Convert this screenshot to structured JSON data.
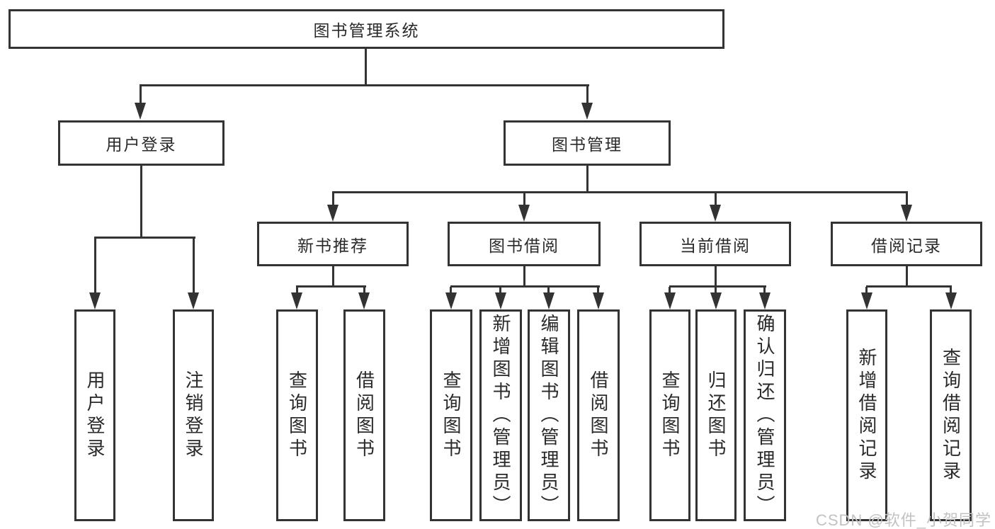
{
  "diagram": {
    "root": {
      "label": "图书管理系统"
    },
    "branches": [
      {
        "label": "用户登录",
        "children": [
          "用户登录",
          "注销登录"
        ]
      },
      {
        "label": "图书管理",
        "children": [
          {
            "label": "新书推荐",
            "children": [
              "查询图书",
              "借阅图书"
            ]
          },
          {
            "label": "图书借阅",
            "children": [
              "查询图书",
              "新增图书（管理员）",
              "编辑图书（管理员）",
              "借阅图书"
            ]
          },
          {
            "label": "当前借阅",
            "children": [
              "查询图书",
              "归还图书",
              "确认归还（管理员）"
            ]
          },
          {
            "label": "借阅记录",
            "children": [
              "新增借阅记录",
              "查询借阅记录"
            ]
          }
        ]
      }
    ]
  },
  "watermark": {
    "text": "CSDN @软件_小贺同学"
  },
  "colors": {
    "line": "#333333",
    "box_border": "#333333",
    "text": "#2a2a2a",
    "watermark": "#c2c2c2",
    "background": "#ffffff"
  }
}
